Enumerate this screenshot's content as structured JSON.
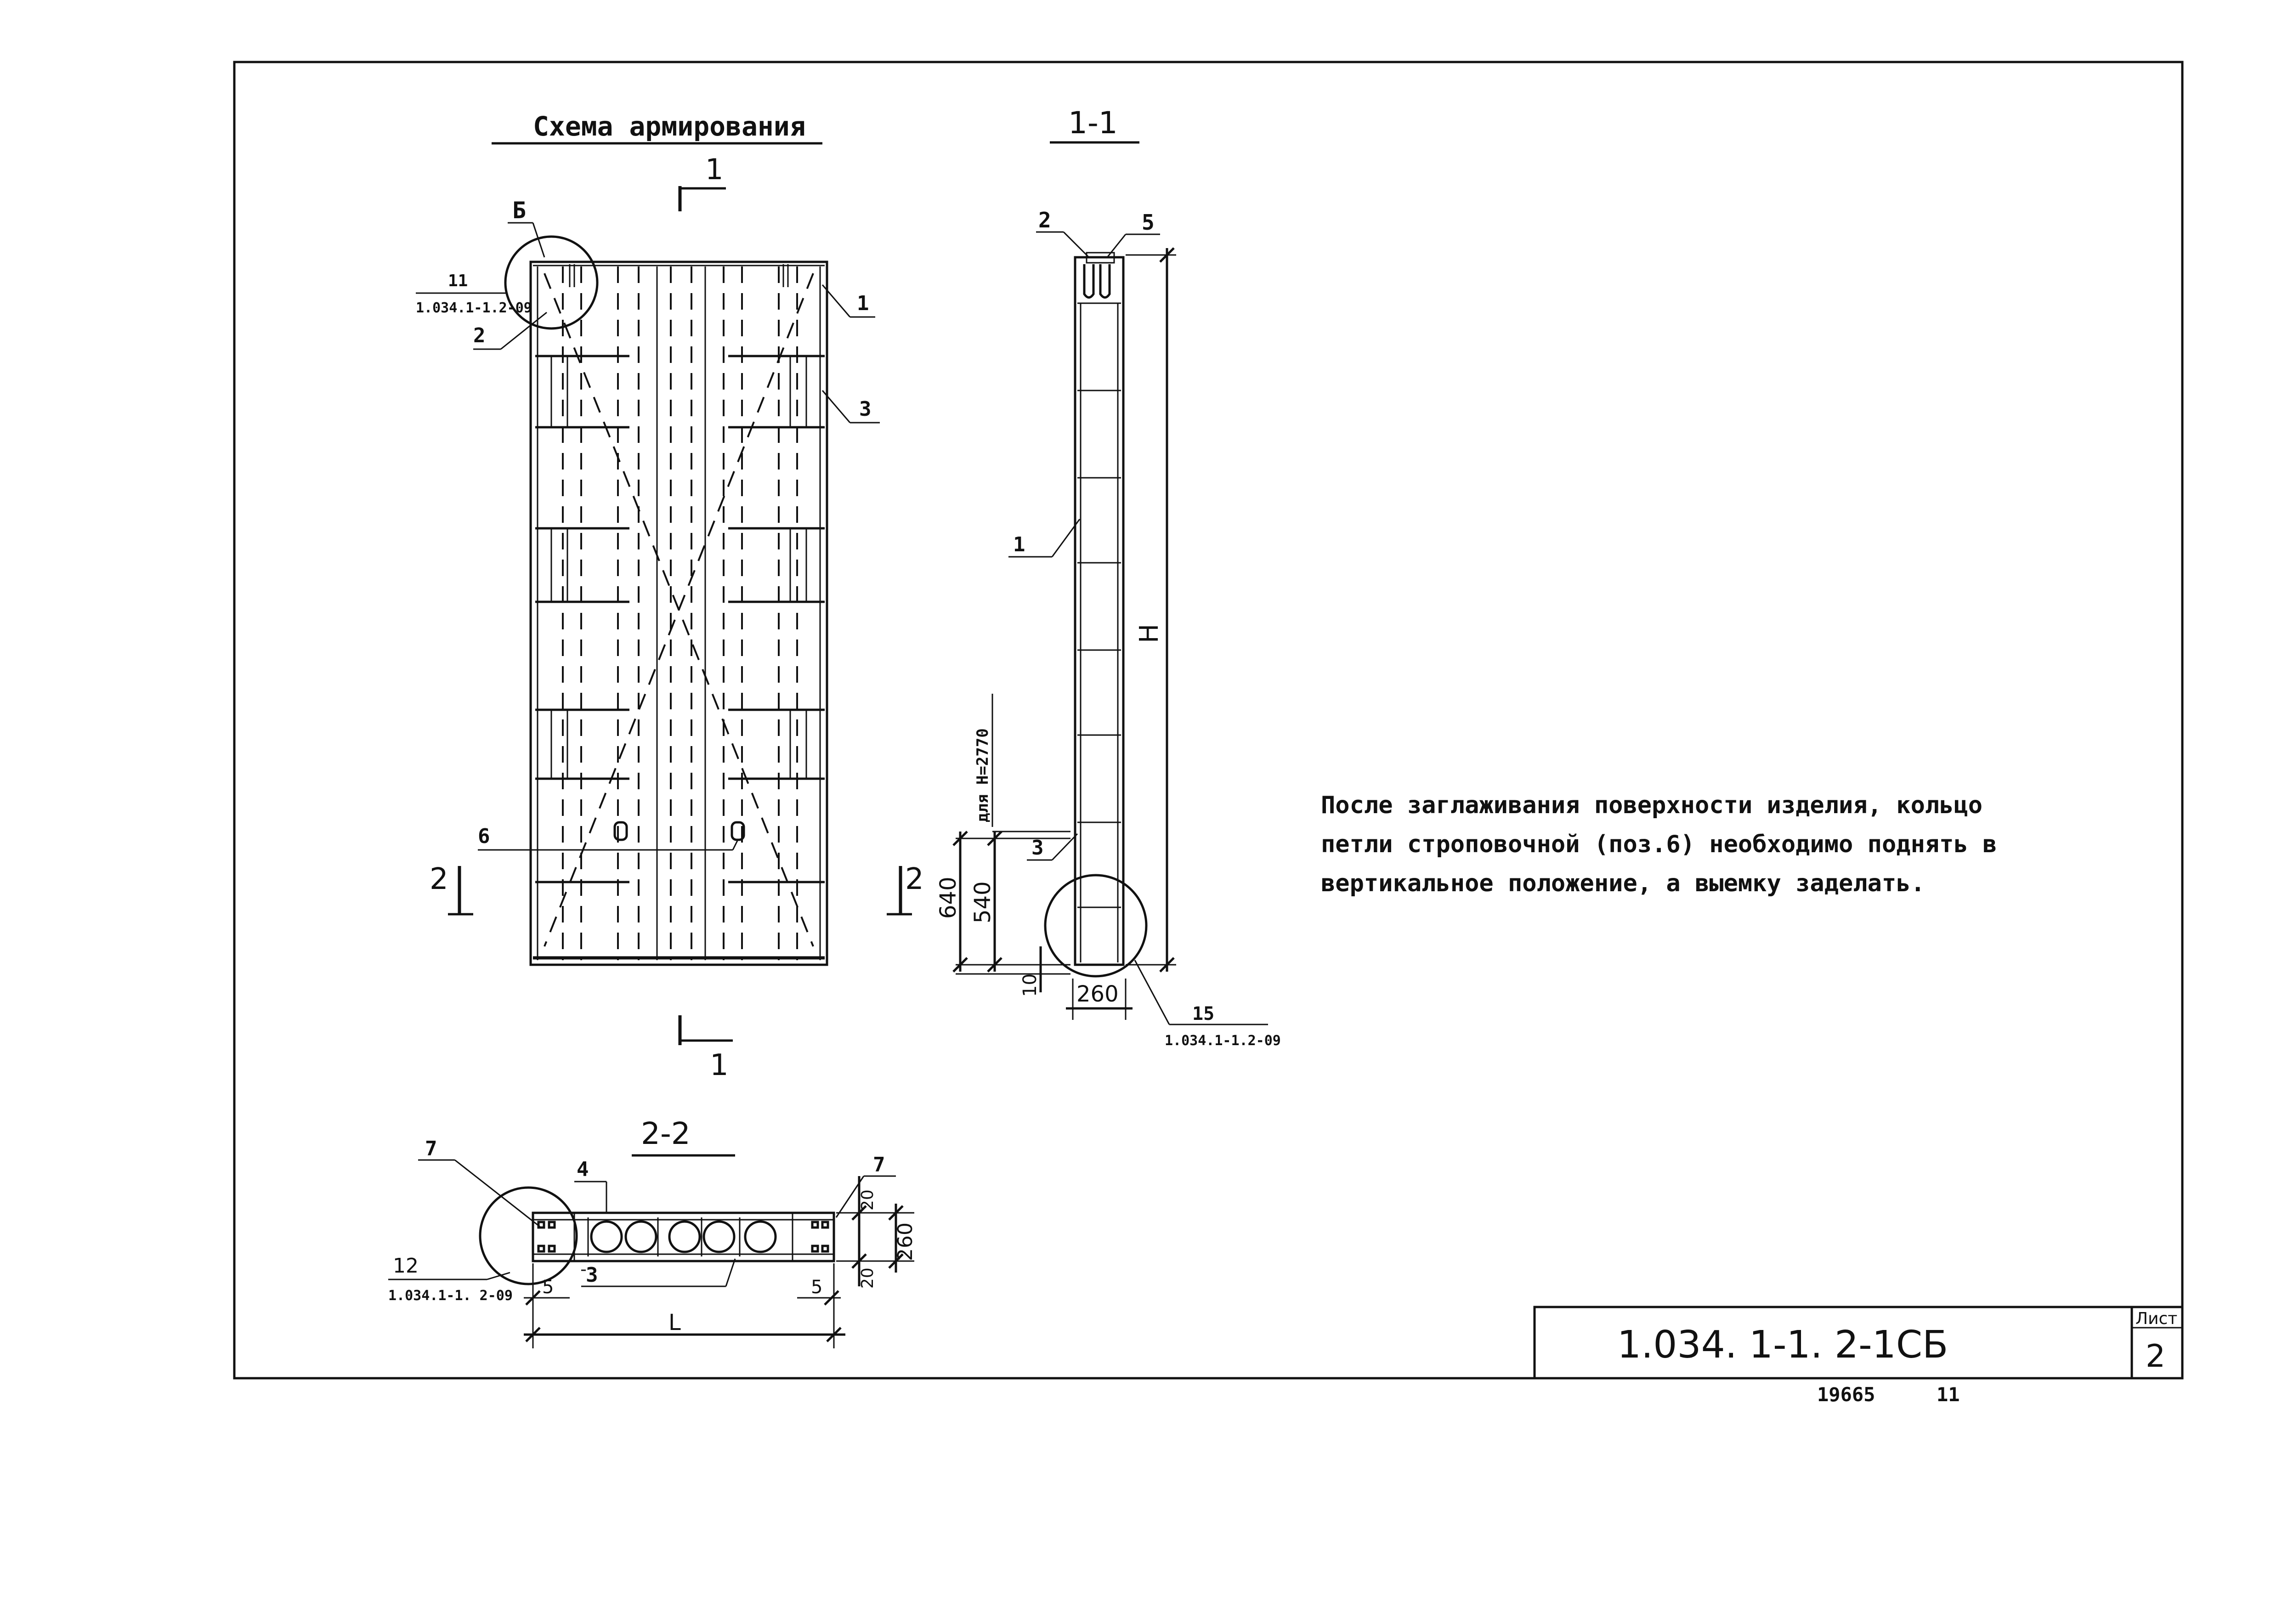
{
  "headings": {
    "scheme": "Схема армирования",
    "section_1": "1-1",
    "section_2": "2-2"
  },
  "cut_marks": {
    "one": "1",
    "two": "2"
  },
  "callouts": {
    "p1": "1",
    "p2": "2",
    "p3": "3",
    "p4": "4",
    "p5": "5",
    "p6": "6",
    "p7": "7",
    "b": "Б"
  },
  "node_refs": {
    "node11_num": "11",
    "node11_doc": "1.034.1-1.2-09",
    "node15_num": "15",
    "node15_doc": "1.034.1-1.2-09",
    "node12_num": "12",
    "node12_doc": "1.034.1-1. 2-09"
  },
  "dimensions": {
    "h": "H",
    "l": "L",
    "d640": "640",
    "d540": "540",
    "d10": "10",
    "d260_section1": "260",
    "d260_section2": "260",
    "d20_top": "20",
    "d20_bottom": "20",
    "d5_left": "5",
    "d5_right": "5",
    "note_h": "для H=2770"
  },
  "note": {
    "line1": "После заглаживания поверхности изделия, кольцо",
    "line2": "петли строповочной (поз.6) необходимо поднять в",
    "line3": "вертикальное положение, а выемку заделать."
  },
  "title_block": {
    "code": "1.034. 1-1.   2-1СБ",
    "sheet_label": "Лист",
    "sheet_number": "2",
    "archive_number": "19665",
    "archive_page": "11"
  }
}
